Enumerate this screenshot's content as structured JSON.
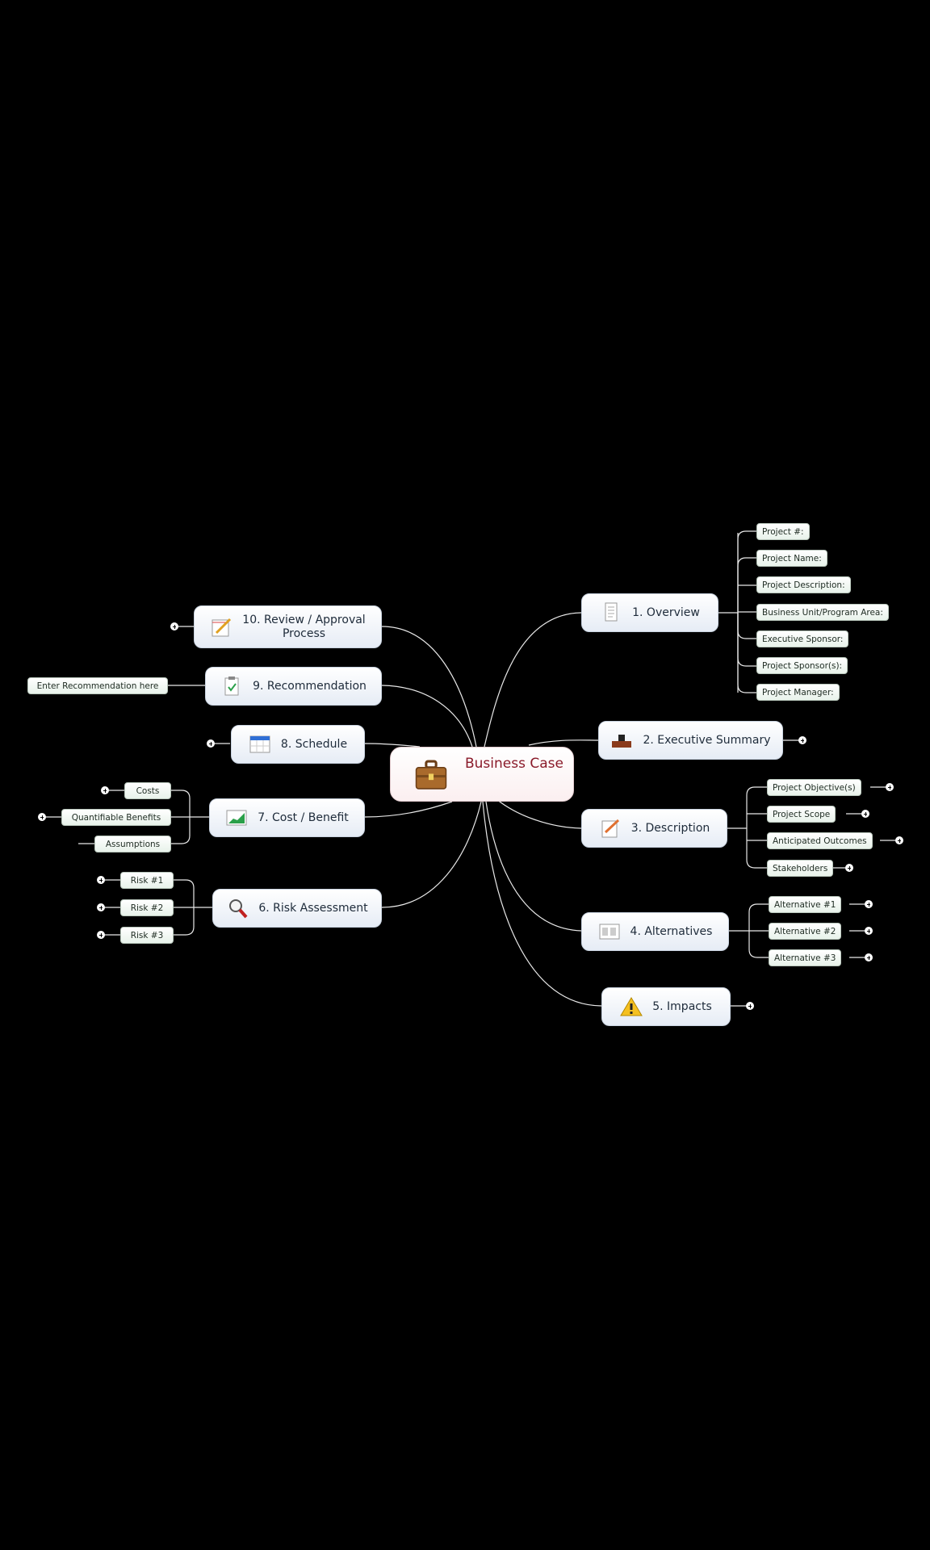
{
  "central": {
    "label": "Business Case",
    "icon": "briefcase-icon",
    "color": "#8a1a2a"
  },
  "topics": {
    "overview": {
      "label": "1. Overview",
      "icon": "document-icon"
    },
    "executive_summary": {
      "label": "2. Executive Summary",
      "icon": "desk-icon"
    },
    "description": {
      "label": "3. Description",
      "icon": "pencil-paper-icon"
    },
    "alternatives": {
      "label": "4. Alternatives",
      "icon": "compare-icon"
    },
    "impacts": {
      "label": "5. Impacts",
      "icon": "warning-icon"
    },
    "risk_assessment": {
      "label": "6. Risk Assessment",
      "icon": "magnifier-icon"
    },
    "cost_benefit": {
      "label": "7. Cost / Benefit",
      "icon": "chart-icon"
    },
    "schedule": {
      "label": "8. Schedule",
      "icon": "calendar-icon"
    },
    "recommendation": {
      "label": "9. Recommendation",
      "icon": "clipboard-check-icon"
    },
    "review": {
      "label_line1": "10. Review / Approval",
      "label_line2": "Process",
      "icon": "notepad-icon"
    }
  },
  "subtopics": {
    "overview": [
      "Project #:",
      "Project Name:",
      "Project Description:",
      "Business Unit/Program Area:",
      "Executive Sponsor:",
      "Project Sponsor(s):",
      "Project Manager:"
    ],
    "description": [
      "Project Objective(s)",
      "Project Scope",
      "Anticipated Outcomes",
      "Stakeholders"
    ],
    "alternatives": [
      "Alternative #1",
      "Alternative #2",
      "Alternative #3"
    ],
    "risk_assessment": [
      "Risk #1",
      "Risk #2",
      "Risk #3"
    ],
    "cost_benefit": [
      "Costs",
      "Quantifiable Benefits",
      "Assumptions"
    ],
    "recommendation": [
      "Enter Recommendation here"
    ]
  }
}
